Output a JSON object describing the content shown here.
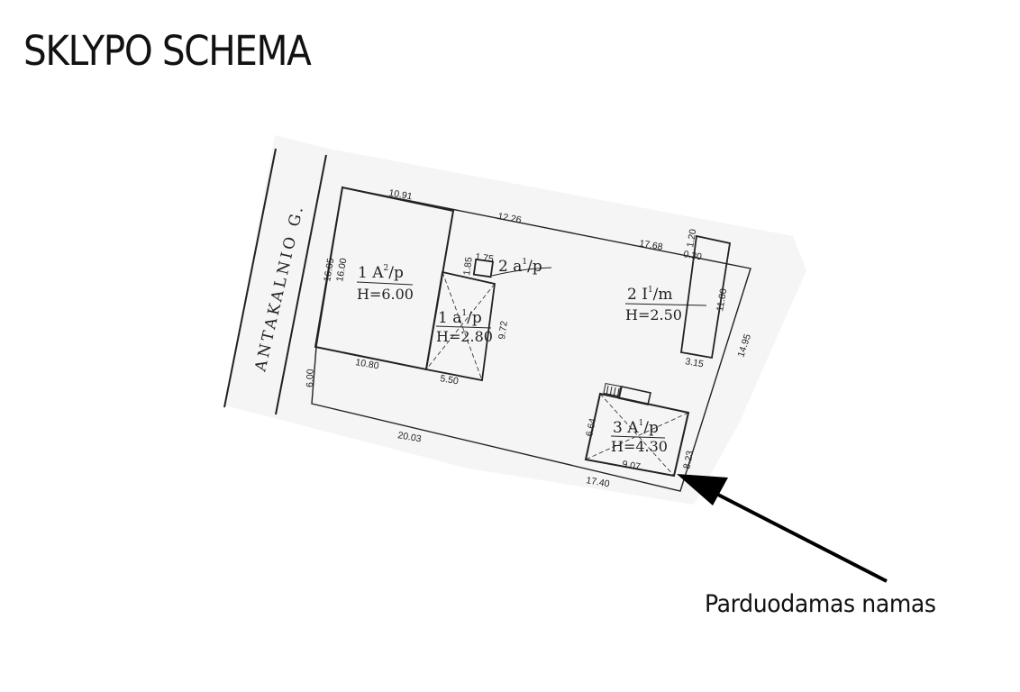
{
  "title": "SKLYPO SCHEMA",
  "street": "ANTAKALNIO G.",
  "caption": "Parduodamas namas",
  "buildings": {
    "b1A": {
      "code": "1 A",
      "sup": "2",
      "suffix": "/p",
      "height": "H=6.00"
    },
    "b1a": {
      "code": "1 a",
      "sup": "1",
      "suffix": "/p",
      "height": "H=2.80"
    },
    "b2a": {
      "code": "2 a",
      "sup": "1",
      "suffix": "/p"
    },
    "b2I": {
      "code": "2 I",
      "sup": "1",
      "suffix": "/m",
      "height": "H=2.50"
    },
    "b3A": {
      "code": "3 A",
      "sup": "1",
      "suffix": "/p",
      "height": "H=4.30"
    }
  },
  "dims": {
    "d1": "10.91",
    "d2": "12.26",
    "d3": "17.68",
    "d4": "1.20",
    "d5": "0.30",
    "d6": "11.80",
    "d7": "14.95",
    "d8": "3.15",
    "d9": "16.05",
    "d10": "16.00",
    "d11": "10.80",
    "d12": "6.00",
    "d13": "1.75",
    "d14": "1.85",
    "d15": "9.72",
    "d16": "5.50",
    "d17": "20.03",
    "d18": "6.64",
    "d19": "9.07",
    "d20": "8.23",
    "d21": "17.40"
  }
}
